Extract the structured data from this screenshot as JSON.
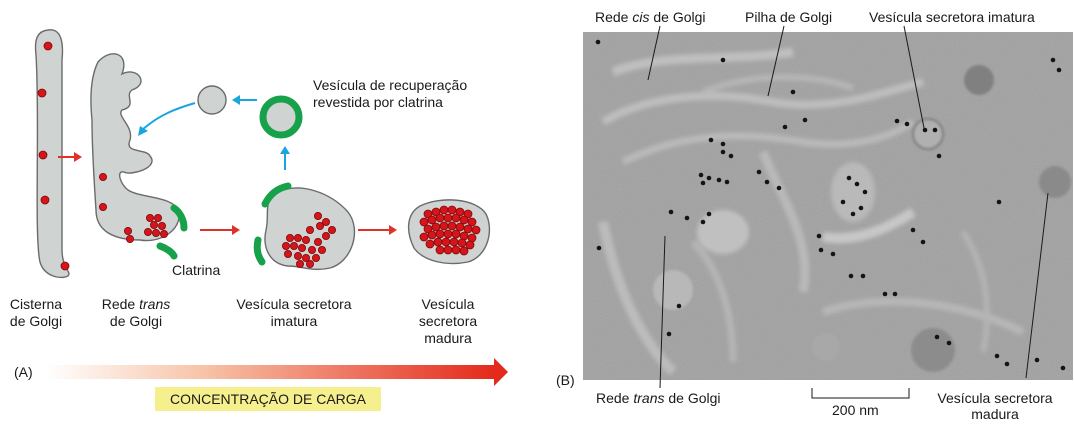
{
  "panel_a": {
    "panel_letter": "(A)",
    "label_clathrin_coated_retrieval": [
      "Vesícula de recuperação",
      "revestida por clatrina"
    ],
    "label_clathrin": "Clatrina",
    "stage_golgi_cisterna": [
      "Cisterna",
      "de Golgi"
    ],
    "stage_trans_golgi": {
      "line1_pre": "Rede ",
      "line1_italic": "trans",
      "line2": "de Golgi"
    },
    "stage_immature": [
      "Vesícula secretora",
      "imatura"
    ],
    "stage_mature": [
      "Vesícula",
      "secretora",
      "madura"
    ],
    "gradient_caption": "CONCENTRAÇÃO DE CARGA",
    "colors": {
      "membrane_fill": "#cfd3d2",
      "membrane_stroke": "#6b6b6b",
      "cargo_red": "#d7141a",
      "clathrin_green": "#16a14a",
      "arrow_red": "#e0312a",
      "arrow_blue": "#19a6df",
      "caption_bg": "#f6ef8d"
    }
  },
  "panel_b": {
    "panel_letter": "(B)",
    "label_cis": {
      "pre": "Rede ",
      "italic": "cis",
      "post": " de Golgi"
    },
    "label_stack": "Pilha de Golgi",
    "label_immature": "Vesícula secretora imatura",
    "label_trans": {
      "pre": "Rede ",
      "italic": "trans",
      "post": " de Golgi"
    },
    "scale_bar": "200 nm",
    "label_mature": [
      "Vesícula secretora",
      "madura"
    ]
  }
}
